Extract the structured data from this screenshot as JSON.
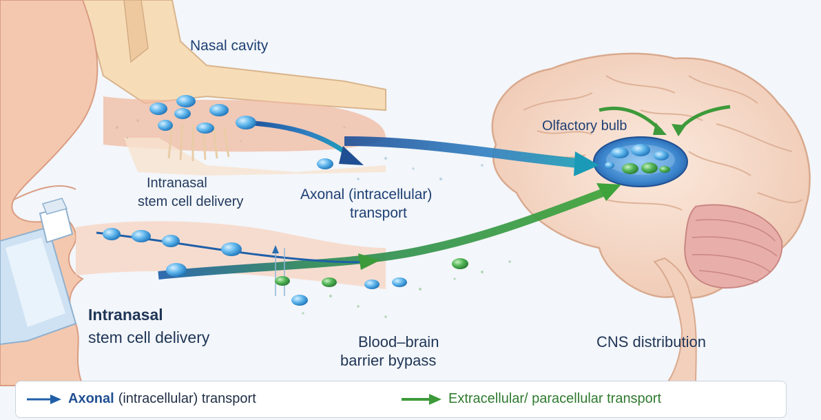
{
  "labels": {
    "nasal_cavity": "Nasal cavity",
    "intranasal_upper_1": "Intranasal",
    "intranasal_upper_2": "stem cell delivery",
    "axonal_1": "Axonal (intracellular)",
    "axonal_2": "transport",
    "olfactory_bulb": "Olfactory bulb",
    "intranasal_lower_1": "Intranasal",
    "intranasal_lower_2": "stem cell delivery",
    "bbb_1": "Blood–brain",
    "bbb_2": "barrier bypass",
    "cns": "CNS distribution"
  },
  "legend": {
    "axonal_bold": "Axonal",
    "axonal_rest": "(intracellular) transport",
    "extracellular": "Extracellular/ paracellular transport"
  },
  "colors": {
    "axonal_arrow": "#1f5fa8",
    "extracellular_arrow": "#3d9a3a",
    "cell_blue": "#4aa3e0",
    "cell_green": "#3e9e48",
    "tissue": "#f2c4a6",
    "brain": "#f4d8c8"
  }
}
